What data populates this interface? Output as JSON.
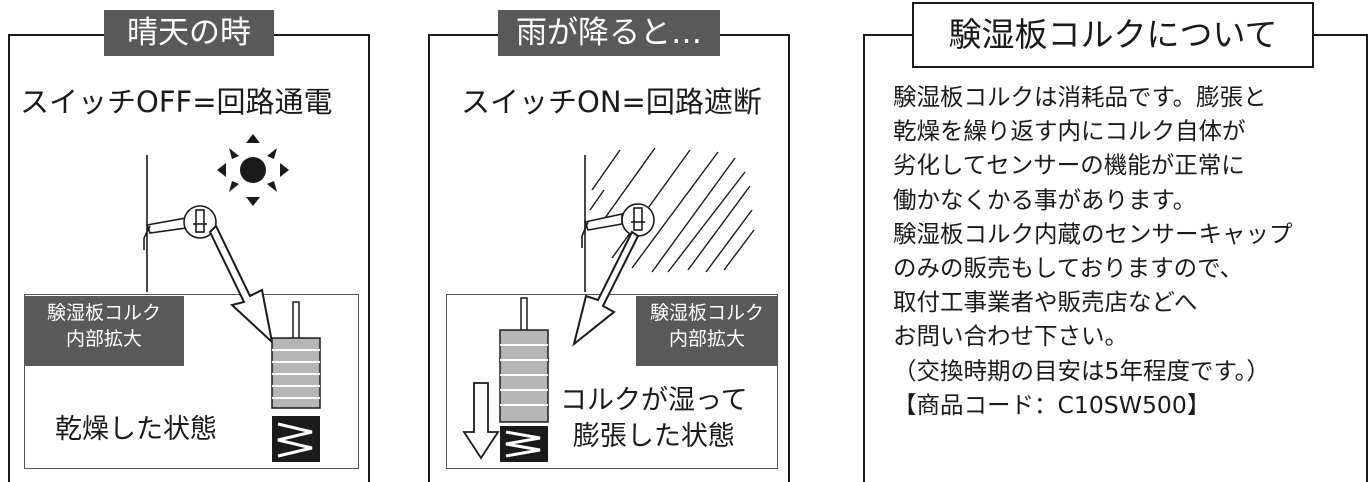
{
  "panels": {
    "sunny": {
      "tab": "晴天の時",
      "subtitle": "スイッチOFF=回路通電",
      "inset_tag": [
        "験湿板コルク",
        "内部拡大"
      ],
      "state": [
        "乾燥した状態"
      ]
    },
    "rain": {
      "tab": "雨が降ると…",
      "subtitle": "スイッチON=回路遮断",
      "inset_tag": [
        "験湿板コルク",
        "内部拡大"
      ],
      "state": [
        "コルクが湿って",
        "膨張した状態"
      ]
    },
    "info": {
      "title": "験湿板コルクについて",
      "lines": [
        "験湿板コルクは消耗品です。膨張と",
        "乾燥を繰り返す内にコルク自体が",
        "劣化してセンサーの機能が正常に",
        "働かなくかる事があります。",
        "験湿板コルク内蔵のセンサーキャップ",
        "のみの販売もしておりますので、",
        "取付工事業者や販売店などへ",
        "お問い合わせ下さい。",
        "（交換時期の目安は5年程度です。）",
        "【商品コード：C10SW500】"
      ]
    }
  },
  "icons": [
    "sun-icon",
    "rain-icon",
    "sensor-bracket-icon",
    "zoom-arrow-icon",
    "cork-stack-icon",
    "spring-icon",
    "down-arrow-icon"
  ],
  "colors": {
    "tag_bg": "#595959",
    "ink": "#1a1a1a",
    "cork": "#b5b5b5"
  }
}
